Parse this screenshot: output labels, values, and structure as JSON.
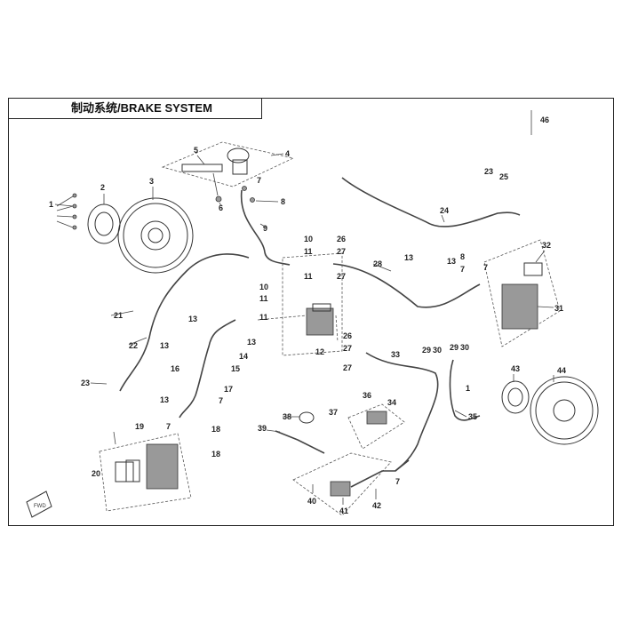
{
  "page": {
    "title": "制动系统/BRAKE SYSTEM",
    "fwd_label": "FWD"
  },
  "callouts": [
    "1",
    "2",
    "3",
    "4",
    "5",
    "6",
    "7",
    "8",
    "9",
    "10",
    "11",
    "12",
    "13",
    "14",
    "15",
    "16",
    "17",
    "18",
    "19",
    "20",
    "21",
    "22",
    "23",
    "24",
    "25",
    "26",
    "27",
    "28",
    "29",
    "30",
    "31",
    "32",
    "33",
    "34",
    "35",
    "36",
    "37",
    "38",
    "39",
    "40",
    "41",
    "42",
    "43",
    "44",
    "46"
  ]
}
